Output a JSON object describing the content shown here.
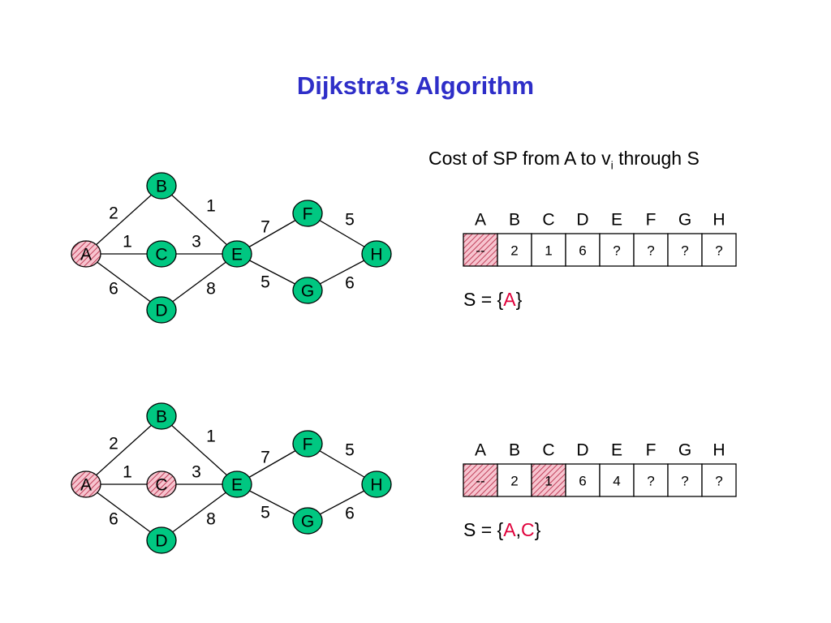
{
  "title": "Dijkstra’s Algorithm",
  "caption": {
    "prefix": "Cost of SP from A to v",
    "subscript": "i",
    "suffix": " through S"
  },
  "colors": {
    "title": "#2e2ec8",
    "node_fill": "#00c781",
    "visited_fill": "#f7c4cf",
    "hatch": "#c0405a",
    "set_member": "#e0003a"
  },
  "icons": {
    "visited_marker": "diagonal-hatch"
  },
  "nodes": [
    "A",
    "B",
    "C",
    "D",
    "E",
    "F",
    "G",
    "H"
  ],
  "edges": [
    {
      "from": "A",
      "to": "B",
      "weight": "2"
    },
    {
      "from": "A",
      "to": "C",
      "weight": "1"
    },
    {
      "from": "A",
      "to": "D",
      "weight": "6"
    },
    {
      "from": "B",
      "to": "E",
      "weight": "1"
    },
    {
      "from": "C",
      "to": "E",
      "weight": "3"
    },
    {
      "from": "D",
      "to": "E",
      "weight": "8"
    },
    {
      "from": "E",
      "to": "F",
      "weight": "7"
    },
    {
      "from": "E",
      "to": "G",
      "weight": "5"
    },
    {
      "from": "F",
      "to": "H",
      "weight": "5"
    },
    {
      "from": "G",
      "to": "H",
      "weight": "6"
    }
  ],
  "steps": [
    {
      "visited": [
        "A"
      ],
      "table": {
        "headers": [
          "A",
          "B",
          "C",
          "D",
          "E",
          "F",
          "G",
          "H"
        ],
        "values": [
          "--",
          "2",
          "1",
          "6",
          "?",
          "?",
          "?",
          "?"
        ]
      },
      "set": {
        "prefix": "S = {",
        "members": [
          "A"
        ],
        "separator": ",",
        "suffix": "}"
      }
    },
    {
      "visited": [
        "A",
        "C"
      ],
      "table": {
        "headers": [
          "A",
          "B",
          "C",
          "D",
          "E",
          "F",
          "G",
          "H"
        ],
        "values": [
          "--",
          "2",
          "1",
          "6",
          "4",
          "?",
          "?",
          "?"
        ]
      },
      "set": {
        "prefix": "S = {",
        "members": [
          "A",
          "C"
        ],
        "separator": ",",
        "suffix": "}"
      }
    }
  ]
}
